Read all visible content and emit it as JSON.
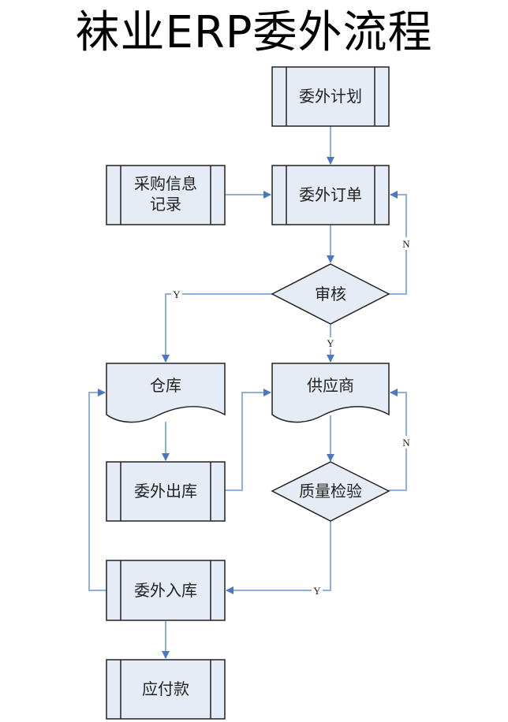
{
  "title": "袜业ERP委外流程",
  "colors": {
    "node_fill": "#e6ecf6",
    "node_stroke": "#222222",
    "connector": "#8eb0dc",
    "arrowhead": "#4a78c2"
  },
  "nodes": {
    "plan": {
      "label": "委外计划",
      "shape": "predefined-process"
    },
    "order": {
      "label": "委外订单",
      "shape": "predefined-process"
    },
    "purchase_info": {
      "label_line1": "采购信息",
      "label_line2": "记录",
      "shape": "predefined-process"
    },
    "review": {
      "label": "审核",
      "shape": "decision"
    },
    "warehouse": {
      "label": "仓库",
      "shape": "document"
    },
    "supplier": {
      "label": "供应商",
      "shape": "document"
    },
    "outbound": {
      "label": "委外出库",
      "shape": "predefined-process"
    },
    "quality": {
      "label": "质量检验",
      "shape": "decision"
    },
    "inbound": {
      "label": "委外入库",
      "shape": "predefined-process"
    },
    "payable": {
      "label": "应付款",
      "shape": "predefined-process"
    }
  },
  "edge_labels": {
    "review_no": "N",
    "review_yes_left": "Y",
    "review_yes_down": "Y",
    "quality_no": "N",
    "quality_yes": "Y"
  }
}
